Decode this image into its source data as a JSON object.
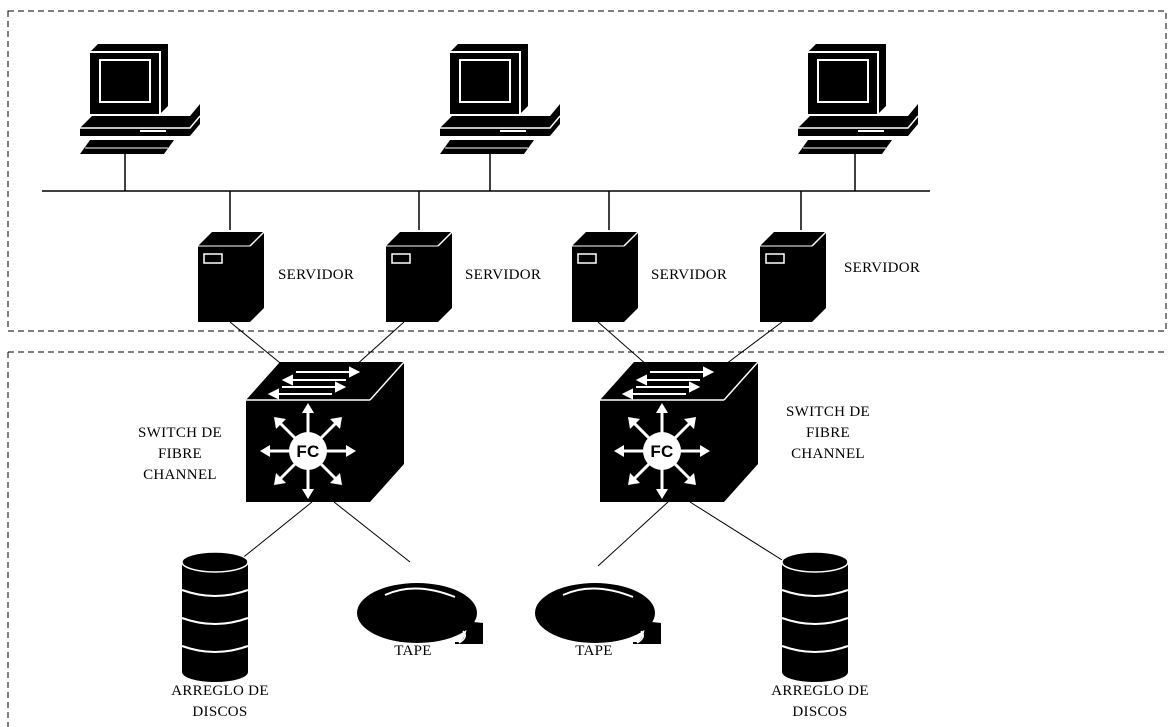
{
  "labels": {
    "servidor": "SERVIDOR",
    "switch_line1": "SWITCH DE",
    "switch_line2": "FIBRE",
    "switch_line3": "CHANNEL",
    "fc": "FC",
    "tape": "TAPE",
    "array_line1": "ARREGLO DE",
    "array_line2": "DISCOS"
  }
}
